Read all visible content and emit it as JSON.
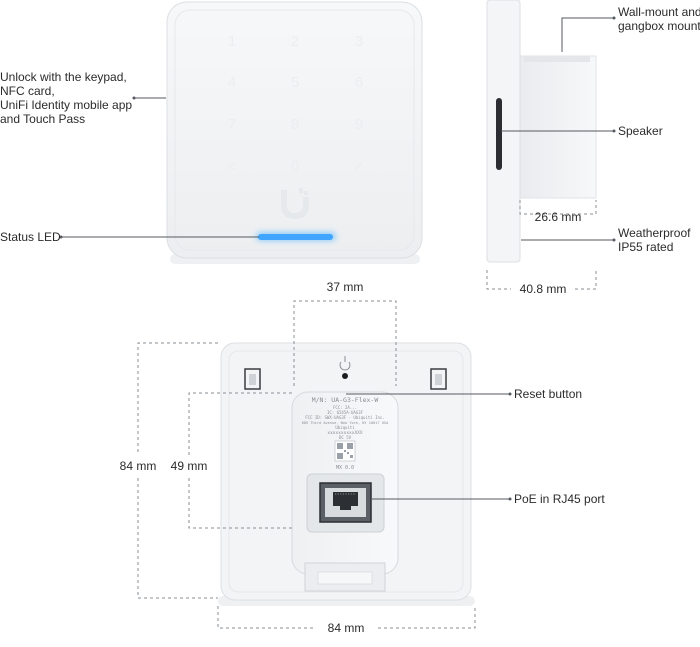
{
  "callouts": {
    "unlock": [
      "Unlock with the keypad,",
      "NFC card,",
      "UniFi Identity mobile app",
      "and Touch Pass"
    ],
    "status_led": "Status LED",
    "wall_mount": [
      "Wall-mount and",
      "gangbox mount"
    ],
    "speaker": "Speaker",
    "weatherproof": [
      "Weatherproof",
      "IP55 rated"
    ],
    "reset_button": "Reset button",
    "poe_port": "PoE in RJ45 port"
  },
  "dimensions": {
    "keypad_width": "37 mm",
    "side_depth_inner": "26.6 mm",
    "side_depth_total": "40.8 mm",
    "back_height": "84 mm",
    "keypad_height": "49 mm",
    "back_width": "84 mm"
  },
  "keypad": [
    "1",
    "2",
    "3",
    "4",
    "5",
    "6",
    "7",
    "8",
    "9",
    "<",
    "0",
    "✓"
  ],
  "back_label": {
    "model": "M/N: UA-G3-Flex-W",
    "lines": [
      "FCC: 2A...",
      "IC: 6545A-UAG3F",
      "FCC ID: SWX-UAG3F · Ubiquiti Inc.",
      "685 Third Avenue, New York, NY 10017 USA",
      "Ubiquiti",
      "xxxxxxxxxxXXX",
      "DC 5V"
    ],
    "code": "MX 0.0"
  },
  "colors": {
    "led": "#3fa5ff",
    "device_body": "#f3f4f6",
    "leader_line": "#555a60"
  }
}
